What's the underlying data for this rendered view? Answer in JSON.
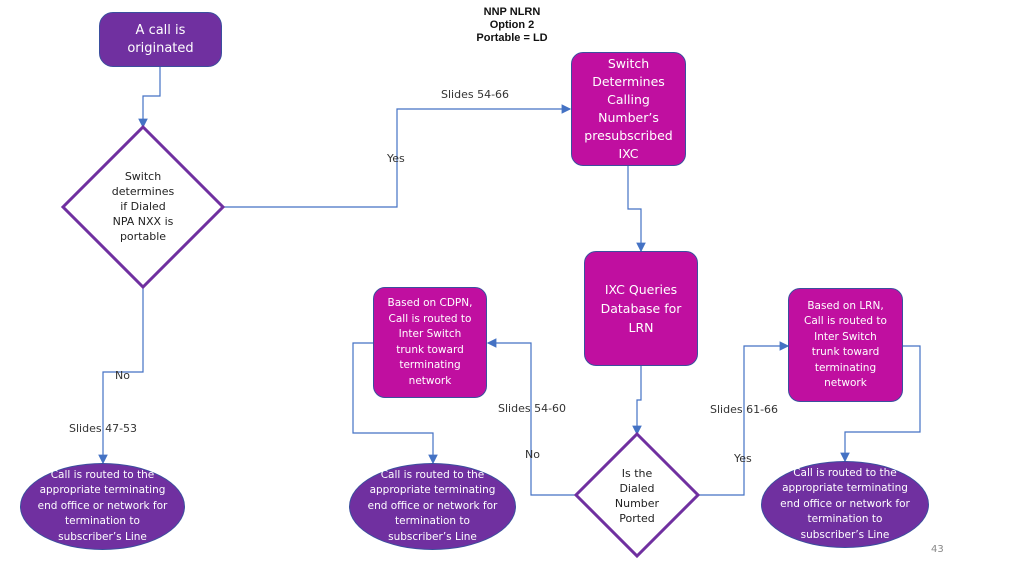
{
  "title": {
    "line1": "NNP NLRN",
    "line2": "Option 2",
    "line3": "Portable = LD"
  },
  "nodes": {
    "start": "A call is\noriginated",
    "decision_portable": "Switch\ndetermines\nif Dialed\nNPA NXX is\nportable",
    "switch_ixc": "Switch\nDetermines\nCalling\nNumber’s\npresubscribed\nIXC",
    "ixc_queries": "IXC Queries\nDatabase for\nLRN",
    "decision_ported": "Is the\nDialed\nNumber\nPorted",
    "route_cdpn": "Based on CDPN,\nCall is routed to\nInter Switch\ntrunk toward\nterminating\nnetwork",
    "route_lrn": "Based on LRN,\nCall is routed to\nInter Switch\ntrunk toward\nterminating\nnetwork",
    "end_left": "Call is routed to the\nappropriate terminating\nend office or network for\ntermination to\nsubscriber’s Line",
    "end_middle": "Call is routed to the\nappropriate terminating\nend office or network for\ntermination to\nsubscriber’s Line",
    "end_right": "Call is routed to the\nappropriate terminating\nend office or network for\ntermination to\nsubscriber’s Line"
  },
  "edge_labels": {
    "slides_54_66": "Slides 54-66",
    "yes_top": "Yes",
    "no_left": "No",
    "slides_47_53": "Slides 47-53",
    "slides_54_60": "Slides 54-60",
    "no_bottom": "No",
    "slides_61_66": "Slides 61-66",
    "yes_bottom": "Yes"
  },
  "page_number": "43",
  "colors": {
    "purple": "#7030a0",
    "magenta": "#c00fa0",
    "connector": "#4472c4",
    "diamond_border": "#7030a0"
  }
}
